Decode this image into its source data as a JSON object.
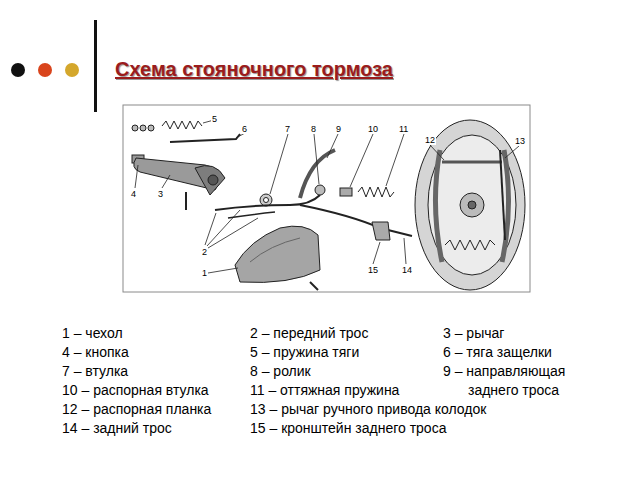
{
  "diagram": {
    "title": "Схема стояночного тормоза",
    "labels": [
      "5",
      "6",
      "7",
      "8",
      "9",
      "10",
      "11",
      "12",
      "13",
      "4",
      "3",
      "2",
      "1",
      "15",
      "14",
      "1 – чехол",
      "2 – передний трос",
      "3 – рычаг",
      "4 – кнопка",
      "5 – пружина тяги",
      "6 – тяга защелки",
      "7 – втулка",
      "8 – ролик",
      "9 – направляющая заднего троса",
      "10 – распорная втулка",
      "11 – оттяжная пружина",
      "12 – распорная планка",
      "13 – рычаг ручного привода колодок",
      "14 – задний трос",
      "15 – кронштейн заднего троса"
    ]
  }
}
